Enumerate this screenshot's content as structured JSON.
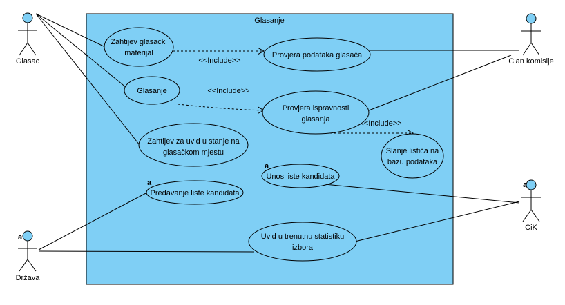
{
  "system": {
    "title": "Glasanje"
  },
  "actors": {
    "glasac": "Glasac",
    "clan_komisije": "Clan komisije",
    "drzava": "Država",
    "cik": "CiK"
  },
  "use_cases": {
    "zahtjev_materijal": [
      "Zahtijev glasacki",
      "materijal"
    ],
    "provjera_podataka": [
      "Provjera podataka glasača"
    ],
    "glasanje": [
      "Glasanje"
    ],
    "provjera_ispravnosti": [
      "Provjera ispravnosti",
      "glasanja"
    ],
    "zahtjev_uvid": [
      "Zahtijev za uvid u stanje na",
      "glasačkom mjestu"
    ],
    "slanje_listica": [
      "Slanje listića na",
      "bazu podataka"
    ],
    "unos_liste": [
      "Unos liste kandidata"
    ],
    "predavanje_liste": [
      "Predavanje liste kandidata"
    ],
    "uvid_statistiku": [
      "Uvid u trenutnu statistiku",
      "izbora"
    ]
  },
  "include_labels": {
    "first": "<<Include>>",
    "second": "<<Include>>",
    "third": "<<Include>>"
  },
  "stereotype_marks": {
    "drzava": "a",
    "cik": "a",
    "unos_liste": "a",
    "predavanje_liste": "a"
  },
  "colors": {
    "system_fill": "#7fcff5",
    "use_case_fill": "#7fcff5",
    "line": "#000000"
  }
}
